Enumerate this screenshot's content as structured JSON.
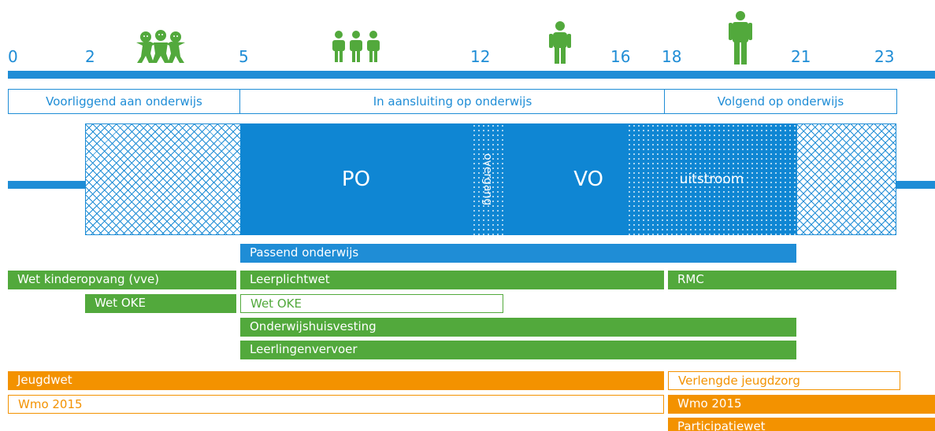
{
  "timeline": {
    "ages": [
      "0",
      "2",
      "5",
      "12",
      "16",
      "18",
      "21",
      "23"
    ]
  },
  "phases": {
    "voorliggend": "Voorliggend aan onderwijs",
    "aansluiting": "In aansluiting op onderwijs",
    "volgend": "Volgend op onderwijs"
  },
  "blocks": {
    "po": "PO",
    "overgang": "overgang",
    "vo": "VO",
    "uitstroom": "uitstroom"
  },
  "laws": {
    "passend": "Passend onderwijs",
    "kinderopvang": "Wet kinderopvang (vve)",
    "leerplicht": "Leerplichtwet",
    "rmc": "RMC",
    "oke1": "Wet OKE",
    "oke2": "Wet OKE",
    "huisvesting": "Onderwijshuisvesting",
    "vervoer": "Leerlingenvervoer",
    "jeugdwet": "Jeugdwet",
    "verlengde": "Verlengde jeugdzorg",
    "wmo1": "Wmo 2015",
    "wmo2": "Wmo 2015",
    "participatie": "Participatiewet"
  },
  "colors": {
    "blue": "#1f8dd6",
    "green": "#52a93c",
    "orange": "#f39200"
  },
  "icons": [
    "children-playing-icon",
    "three-children-icon",
    "teen-icon",
    "adult-icon"
  ]
}
